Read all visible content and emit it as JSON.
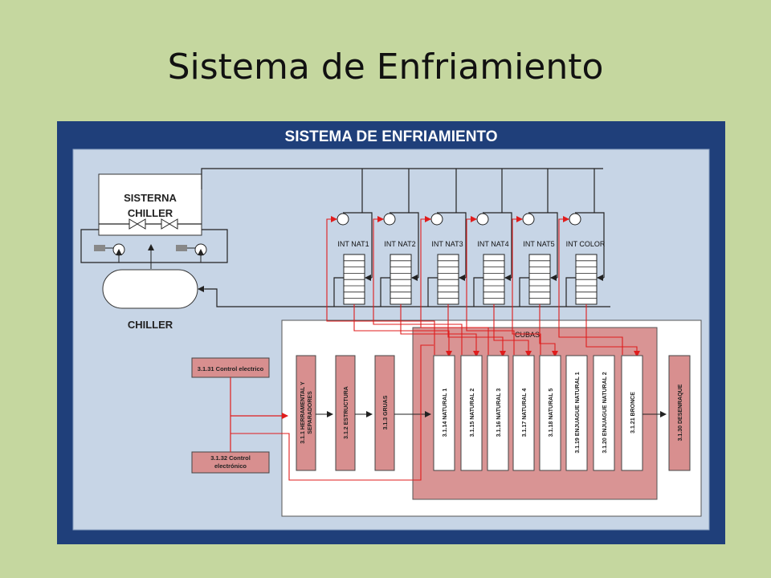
{
  "slide_title": "Sistema de Enfriamiento",
  "diagram": {
    "title": "SISTEMA DE ENFRIAMIENTO",
    "sisterna_line1": "SISTERNA",
    "sisterna_line2": "CHILLER",
    "chiller_label": "CHILLER",
    "cubas_label": "CUBAS",
    "exchangers": [
      "INT NAT1",
      "INT NAT2",
      "INT NAT3",
      "INT NAT4",
      "INT NAT5",
      "INT COLOR"
    ],
    "control_1": "3.1.31 Control electrico",
    "control_2_line1": "3.1.32  Control",
    "control_2_line2": "electrónico",
    "pre_stations": [
      {
        "line1": "3.1.1 HERRAMENTAL Y",
        "line2": "SEPARADORES"
      },
      {
        "line1": "3.1.2 ESTRUCTURA",
        "line2": ""
      },
      {
        "line1": "3.1.3 GRUAS",
        "line2": ""
      }
    ],
    "tanks": [
      "3.1.14 NATURAL 1",
      "3.1.15 NATURAL 2",
      "3.1.16 NATURAL 3",
      "3.1.17 NATURAL 4",
      "3.1.18 NATURAL 5",
      "3.1.19 ENJUAGUE NATURAL 1",
      "3.1.20 ENJUAGUE NATURAL 2",
      "3.1.21 BRONCE"
    ],
    "final_station": "3.1.30 DESENRAQUE"
  },
  "colors": {
    "background": "#c5d79f",
    "frame": "#1f3f7a",
    "panel": "#c7d5e6",
    "station_fill": "#d88f8f",
    "cubas_fill": "#d99494",
    "red_pipe": "#e01c1c",
    "black_pipe": "#222222"
  }
}
